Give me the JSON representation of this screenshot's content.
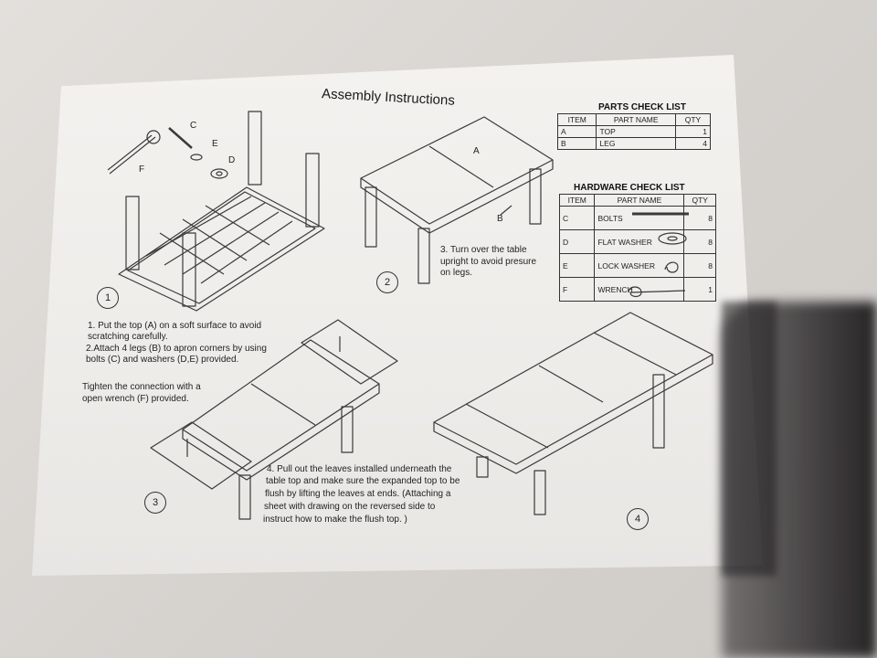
{
  "title": "Assembly Instructions",
  "steps": {
    "s1": {
      "num": "1",
      "text1": "1. Put the top (A) on a soft surface to avoid",
      "text2": "scratching carefully.",
      "text3": "2.Attach 4 legs (B) to apron corners by  using",
      "text4": "bolts (C) and washers (D,E) provided.",
      "text5": "Tighten the connection with a",
      "text6": "open wrench (F) provided."
    },
    "s2": {
      "num": "2",
      "text1": "3. Turn over the table",
      "text2": "upright to avoid presure",
      "text3": "on legs."
    },
    "s3": {
      "num": "3",
      "text1": "4. Pull out the leaves installed underneath the",
      "text2": "table top and make sure the expanded top to be",
      "text3": "flush by lifting the leaves at ends. (Attaching a",
      "text4": "sheet with drawing on the reversed side to",
      "text5": "instruct how to make the flush top. )"
    },
    "s4": {
      "num": "4"
    }
  },
  "part_labels": {
    "a": "A",
    "b": "B",
    "c": "C",
    "d": "D",
    "e": "E",
    "f": "F"
  },
  "parts_table": {
    "title": "PARTS CHECK LIST",
    "headers": [
      "ITEM",
      "PART NAME",
      "QTY"
    ],
    "rows": [
      [
        "A",
        "TOP",
        "1"
      ],
      [
        "B",
        "LEG",
        "4"
      ]
    ]
  },
  "hardware_table": {
    "title": "HARDWARE CHECK LIST",
    "headers": [
      "ITEM",
      "PART NAME",
      "QTY"
    ],
    "rows": [
      [
        "C",
        "BOLTS",
        "8"
      ],
      [
        "D",
        "FLAT WASHER",
        "8"
      ],
      [
        "E",
        "LOCK WASHER",
        "8"
      ],
      [
        "F",
        "WRENCH",
        "1"
      ]
    ]
  }
}
